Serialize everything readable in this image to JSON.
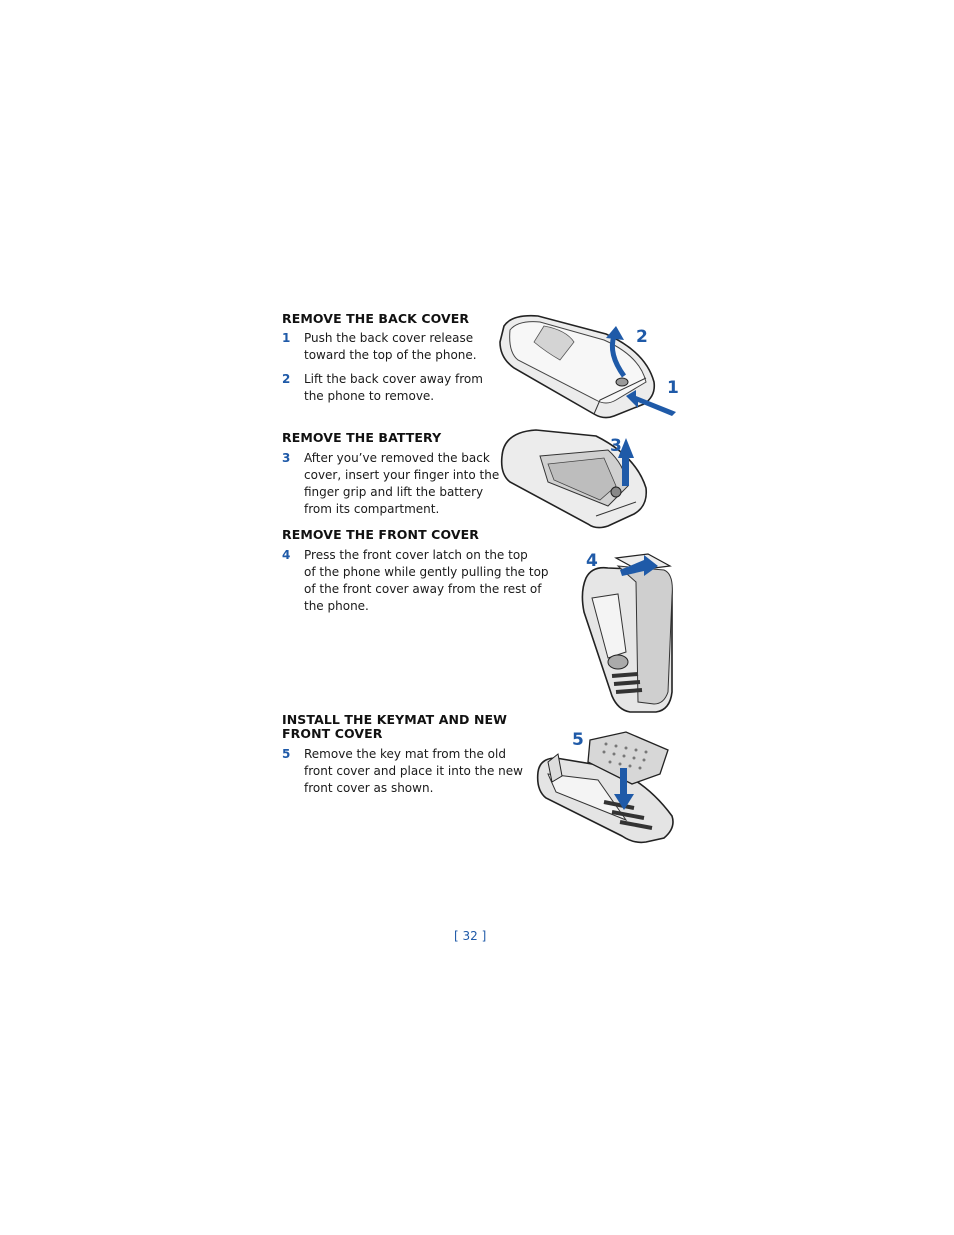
{
  "sections": [
    {
      "heading": "REMOVE THE BACK COVER",
      "steps": [
        {
          "num": "1",
          "lines": [
            "Push the back cover release",
            "toward the top of the phone."
          ]
        },
        {
          "num": "2",
          "lines": [
            "Lift the back cover away from",
            "the phone to remove."
          ]
        }
      ]
    },
    {
      "heading": "REMOVE THE BATTERY",
      "steps": [
        {
          "num": "3",
          "lines": [
            "After you’ve removed the back",
            "cover, insert your finger into the",
            "finger grip and lift the battery",
            "from its compartment."
          ]
        }
      ]
    },
    {
      "heading": "REMOVE THE FRONT COVER",
      "steps": [
        {
          "num": "4",
          "lines": [
            "Press the front cover latch on the top",
            "of the phone while gently pulling the top",
            "of the front cover away from the rest of",
            "the phone."
          ]
        }
      ]
    },
    {
      "heading_lines": [
        "INSTALL THE KEYMAT AND NEW",
        "FRONT COVER"
      ],
      "steps": [
        {
          "num": "5",
          "lines": [
            "Remove the key mat from the old",
            "front cover and place it into the new",
            "front cover as shown."
          ]
        }
      ]
    }
  ],
  "callouts": [
    "1",
    "2",
    "3",
    "4",
    "5"
  ],
  "colors": {
    "accent": "#1f5aa8"
  },
  "page_number": "[ 32 ]"
}
